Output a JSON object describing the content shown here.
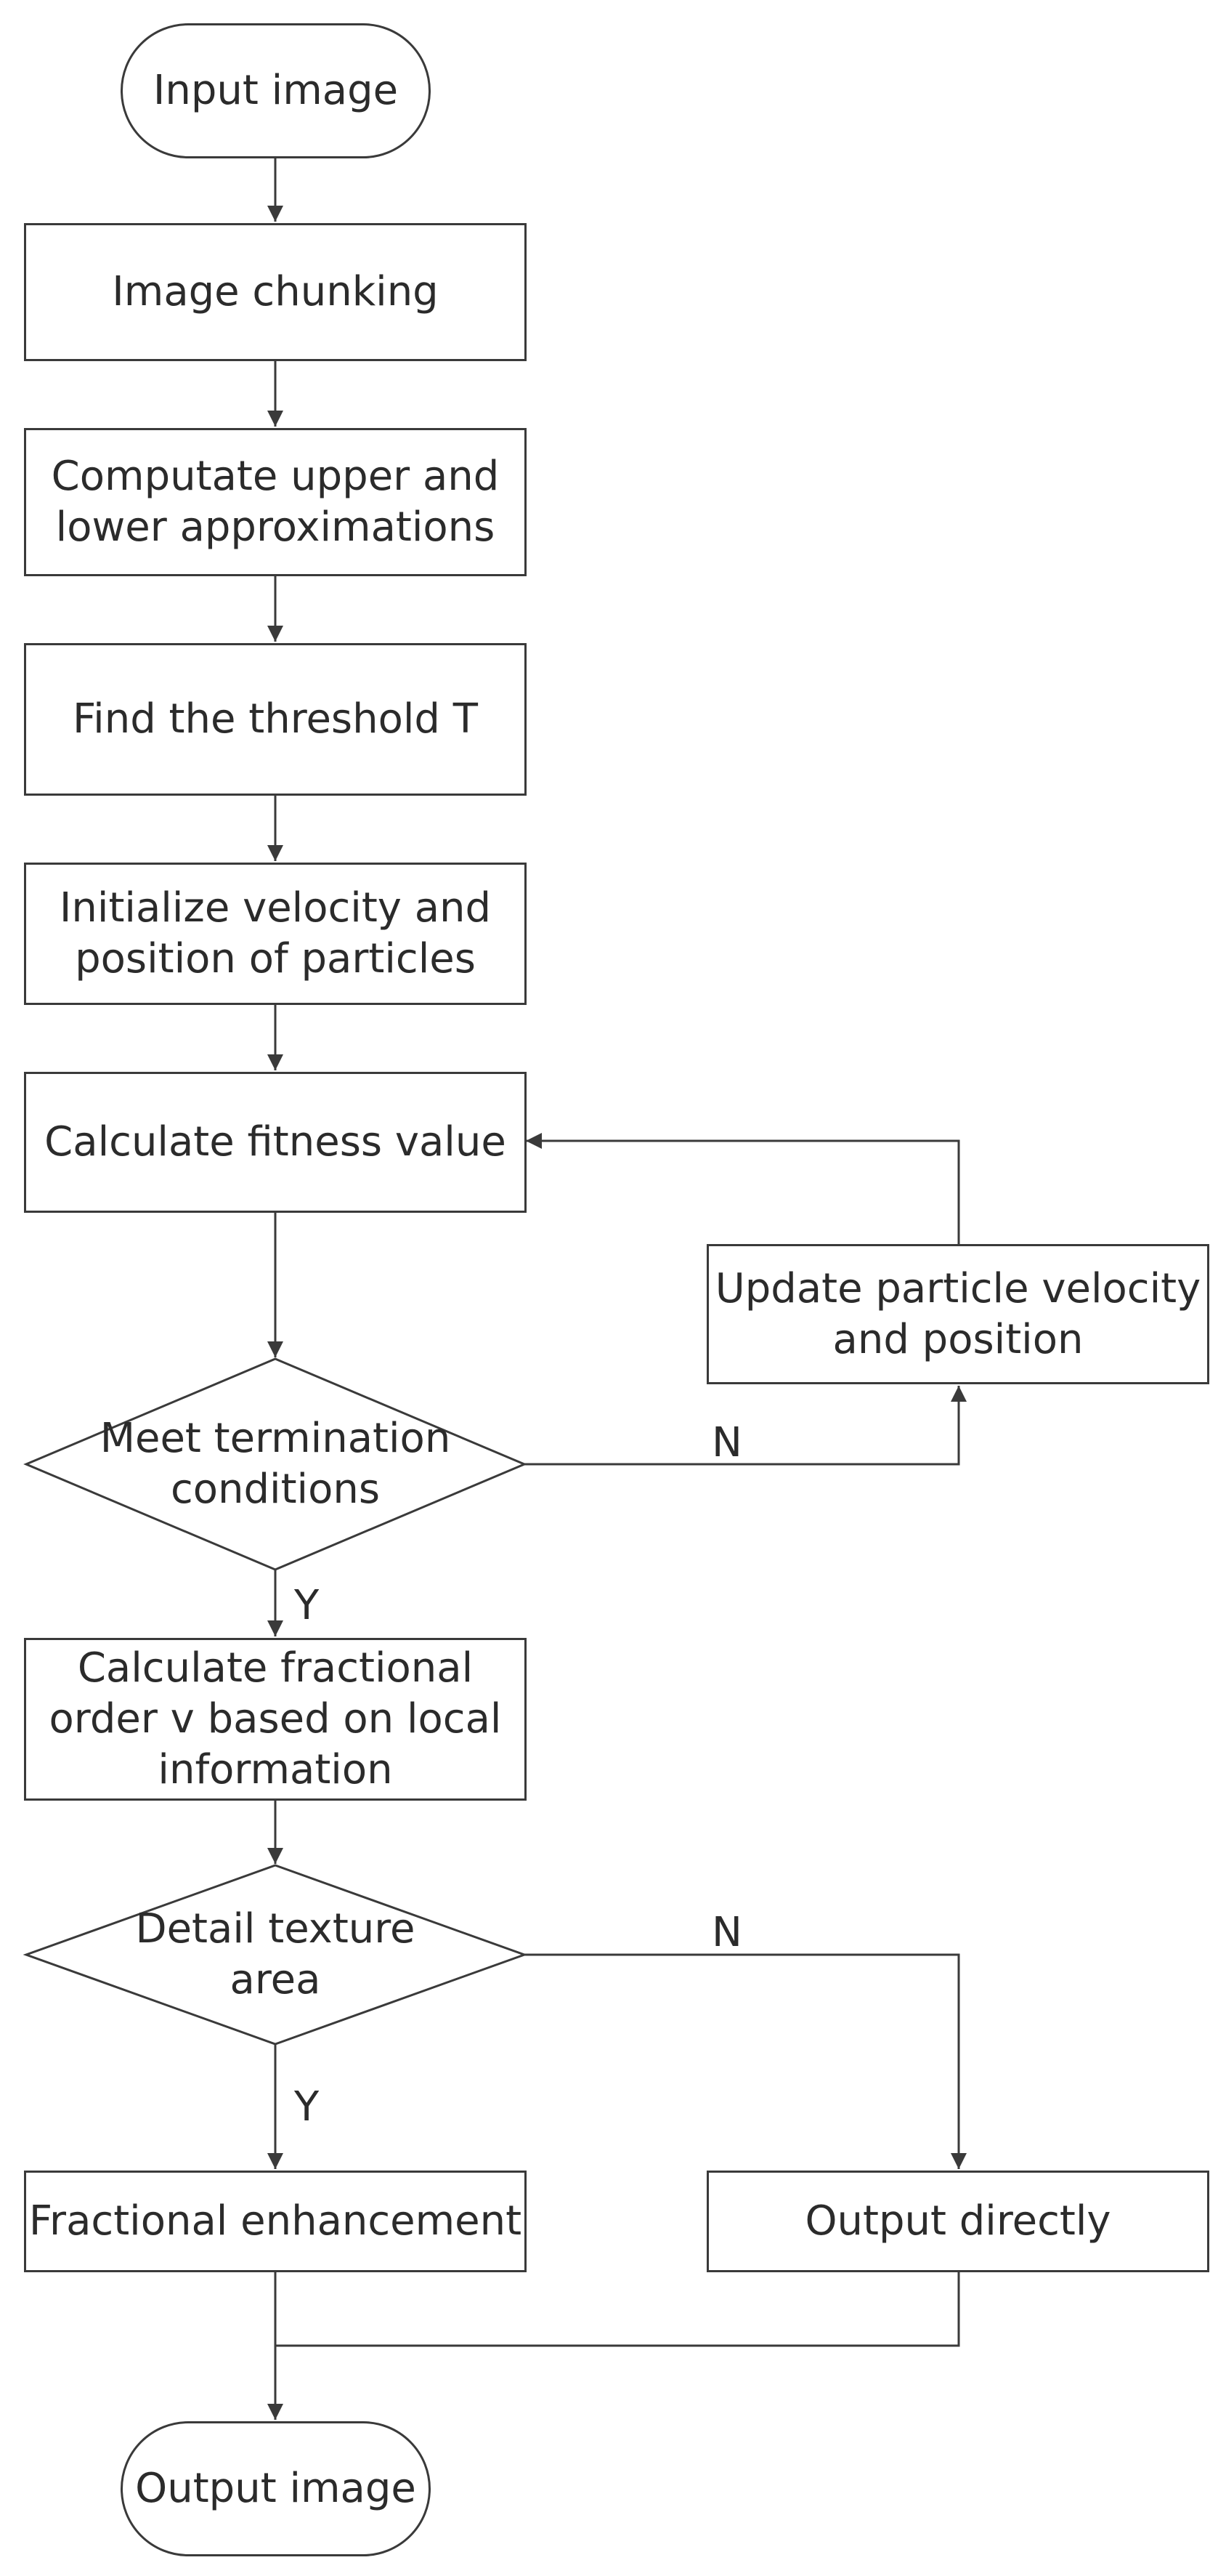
{
  "flowchart": {
    "nodes": {
      "start": "Input image",
      "chunk": "Image chunking",
      "approx_line1": "Computate upper and",
      "approx_line2": "lower approximations",
      "threshold": "Find the threshold T",
      "init_line1": "Initialize velocity and",
      "init_line2": "position of particles",
      "fitness": "Calculate fitness value",
      "update_line1": "Update particle velocity",
      "update_line2": "and position",
      "terminate_line1": "Meet termination",
      "terminate_line2": "conditions",
      "fractional_line1": "Calculate fractional",
      "fractional_line2": "order v based on local",
      "fractional_line3": "information",
      "detail": "Detail texture area",
      "enhance": "Fractional enhancement",
      "direct": "Output directly",
      "end": "Output image"
    },
    "edge_labels": {
      "terminate_no": "N",
      "terminate_yes": "Y",
      "detail_no": "N",
      "detail_yes": "Y"
    },
    "colors": {
      "stroke": "#3a3a3a",
      "text": "#2b2b2b",
      "background": "#ffffff"
    }
  }
}
